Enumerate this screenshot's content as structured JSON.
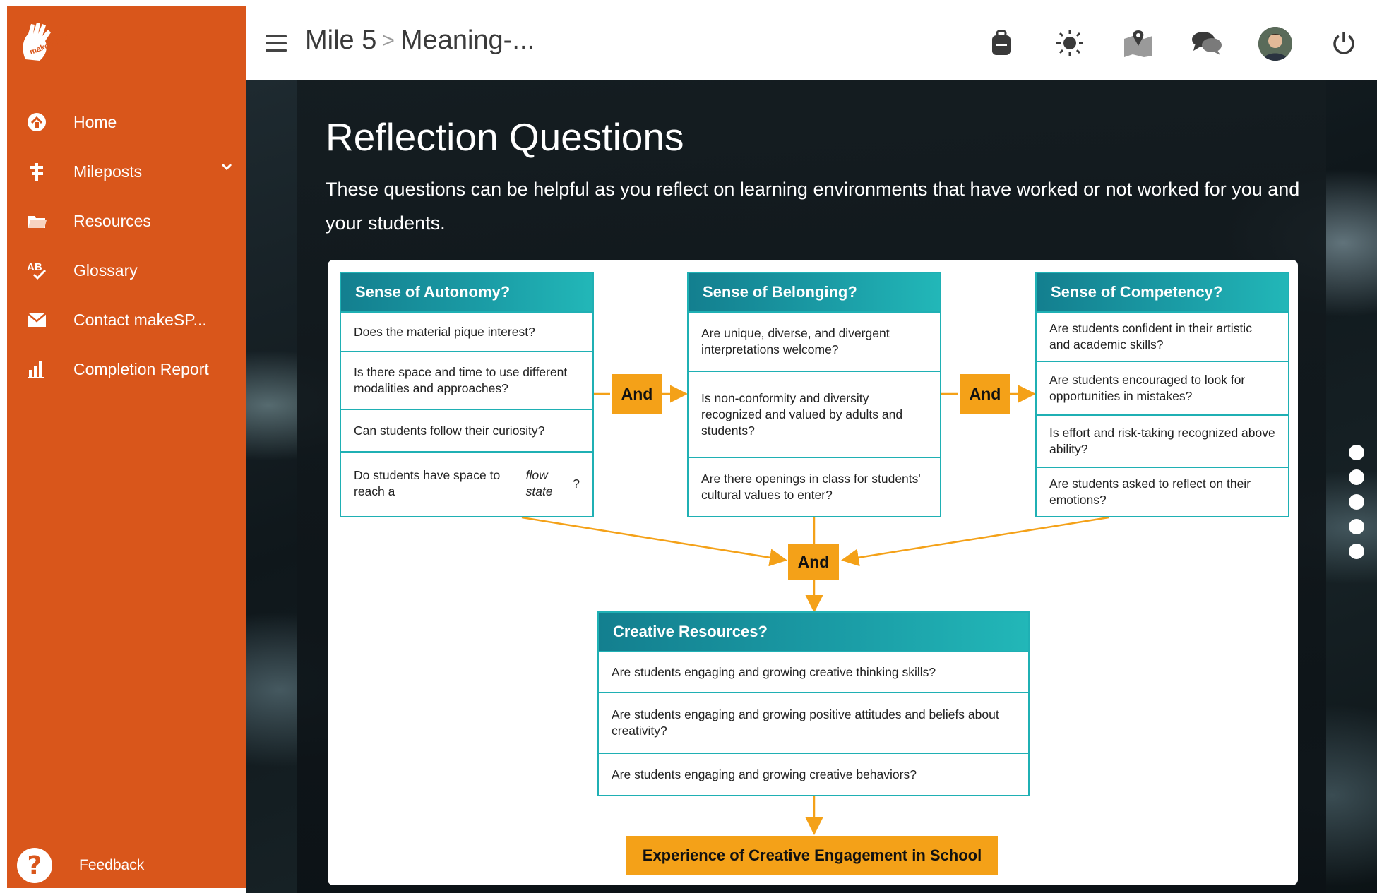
{
  "sidebar": {
    "logo_text": "make SPACE",
    "items": [
      {
        "label": "Home",
        "icon": "home-icon"
      },
      {
        "label": "Mileposts",
        "icon": "signpost-icon"
      },
      {
        "label": "Resources",
        "icon": "folder-icon"
      },
      {
        "label": "Glossary",
        "icon": "glossary-icon"
      },
      {
        "label": "Contact makeSP...",
        "icon": "envelope-icon"
      },
      {
        "label": "Completion Report",
        "icon": "bar-chart-icon"
      }
    ],
    "feedback": {
      "label": "Feedback",
      "icon_glyph": "?"
    }
  },
  "header": {
    "breadcrumb": [
      "Mile 5",
      "Meaning-..."
    ],
    "breadcrumb_separator": ">",
    "icons": [
      "backpack-icon",
      "sun-icon",
      "map-icon",
      "chat-icon",
      "avatar",
      "power-icon"
    ]
  },
  "content": {
    "title": "Reflection Questions",
    "intro": "These questions can be helpful as you reflect on learning environments that have worked or not worked for you and your students."
  },
  "diagram": {
    "autonomy": {
      "title": "Sense of Autonomy?",
      "rows": [
        "Does the material pique interest?",
        "Is there space and time to use different modalities and approaches?",
        "Can students follow their curiosity?",
        "Do students have space to reach a flow state?"
      ]
    },
    "belonging": {
      "title": "Sense of Belonging?",
      "rows": [
        "Are unique, diverse, and divergent interpretations welcome?",
        "Is non-conformity and diversity recognized and valued by adults and students?",
        "Are there openings in class for students' cultural values to enter?"
      ]
    },
    "competency": {
      "title": "Sense of Competency?",
      "rows": [
        "Are students confident in their artistic and academic skills?",
        "Are students encouraged to look for opportunities in mistakes?",
        "Is effort and risk-taking recognized above ability?",
        "Are students asked to reflect on their emotions?"
      ]
    },
    "resources": {
      "title": "Creative Resources?",
      "rows": [
        "Are students engaging and growing creative thinking skills?",
        "Are students engaging and growing positive attitudes and beliefs about creativity?",
        "Are students engaging and growing creative behaviors?"
      ]
    },
    "connector_label": "And",
    "outcome": "Experience of Creative Engagement in School"
  },
  "pager": {
    "count": 5
  },
  "colors": {
    "sidebar": "#d9561b",
    "teal": "#1fb0b4",
    "orange": "#f4a118"
  }
}
